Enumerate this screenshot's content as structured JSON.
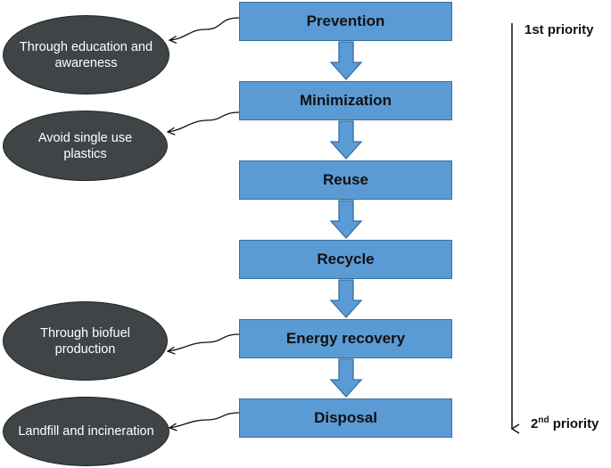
{
  "steps": [
    {
      "label": "Prevention"
    },
    {
      "label": "Minimization"
    },
    {
      "label": "Reuse"
    },
    {
      "label": "Recycle"
    },
    {
      "label": "Energy recovery"
    },
    {
      "label": "Disposal"
    }
  ],
  "notes": [
    {
      "text": "Through education and awareness",
      "step": "Prevention"
    },
    {
      "text": "Avoid single use plastics",
      "step": "Minimization"
    },
    {
      "text": "Through biofuel production",
      "step": "Energy recovery"
    },
    {
      "text": "Landfill and incineration",
      "step": "Disposal"
    }
  ],
  "priority": {
    "top_label": "1st priority",
    "bottom_label_main": "2",
    "bottom_label_sup": "nd",
    "bottom_label_rest": " priority"
  },
  "colors": {
    "box_fill": "#5b9bd5",
    "ellipse_fill": "#3f4447"
  }
}
